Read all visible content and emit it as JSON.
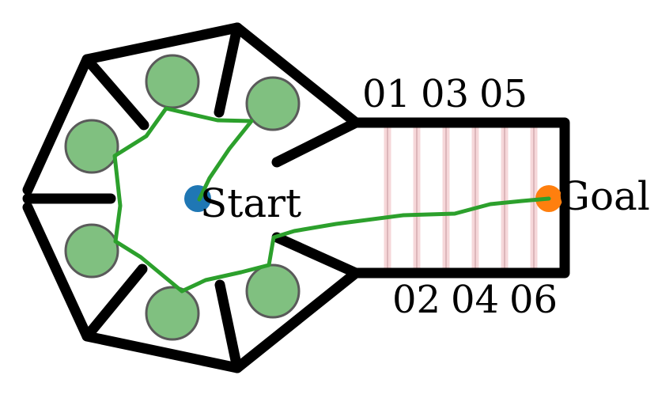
{
  "labels": {
    "start": "Start",
    "goal": "Goal"
  },
  "gates_top": [
    "01",
    "03",
    "05"
  ],
  "gates_bottom": [
    "02",
    "04",
    "06"
  ],
  "colors": {
    "wall": "#000000",
    "node_fill": "#80c080",
    "node_stroke": "#5a5a5a",
    "path": "#2ca02c",
    "start": "#1f77b4",
    "goal": "#ff7f0e",
    "gate": "#f3c9cc"
  }
}
